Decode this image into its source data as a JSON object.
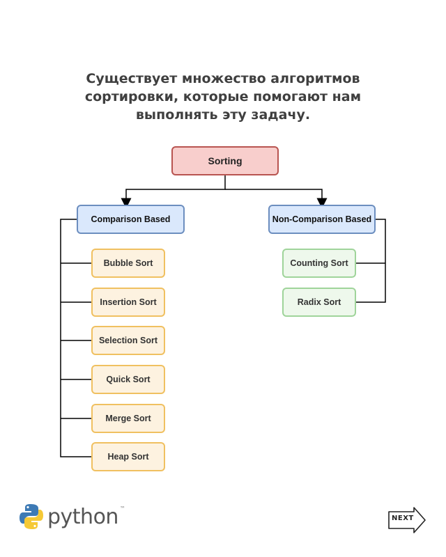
{
  "heading": {
    "line1": "Существует множество алгоритмов",
    "line2": "сортировки, которые помогают нам",
    "line3": "выполнять эту задачу."
  },
  "diagram": {
    "root": "Sorting",
    "comparison": {
      "title": "Comparison Based",
      "items": [
        "Bubble Sort",
        "Insertion Sort",
        "Selection Sort",
        "Quick Sort",
        "Merge Sort",
        "Heap Sort"
      ]
    },
    "non_comparison": {
      "title": "Non-Comparison Based",
      "items": [
        "Counting Sort",
        "Radix Sort"
      ]
    }
  },
  "footer": {
    "logo_text": "python",
    "logo_tm": "™",
    "next_label": "NEXT"
  },
  "colors": {
    "root_fill": "#f8cecc",
    "root_stroke": "#b85450",
    "category_fill": "#dae8fc",
    "category_stroke": "#6c8ebf",
    "comparison_fill": "#fdf2e0",
    "comparison_stroke": "#f0c060",
    "noncomparison_fill": "#eef8ec",
    "noncomparison_stroke": "#9fd49a",
    "python_blue": "#3d7ab5",
    "python_yellow": "#f5c936"
  }
}
